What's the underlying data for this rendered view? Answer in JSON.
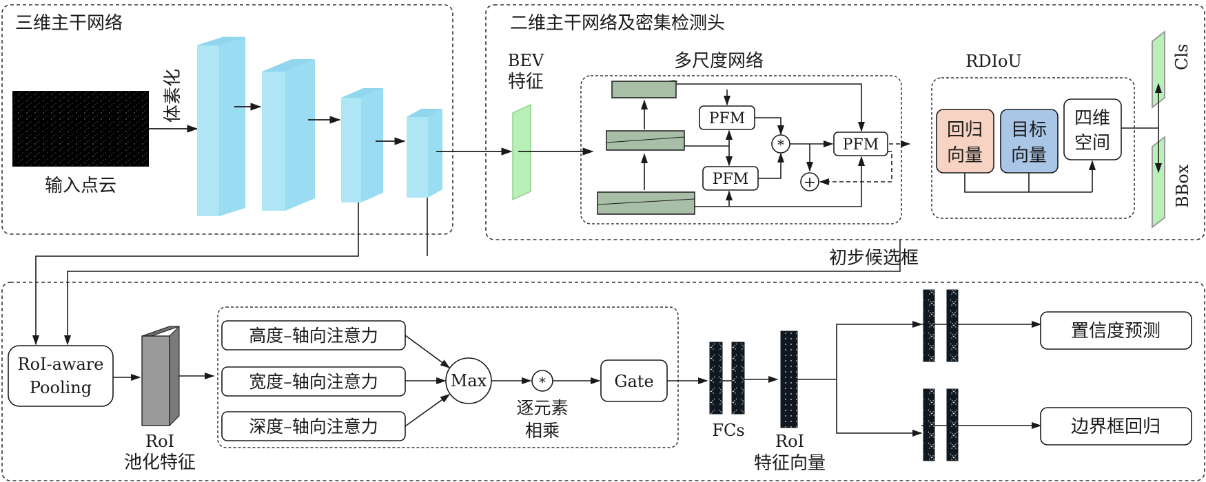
{
  "panels": {
    "backbone_3d": {
      "title": "三维主干网络"
    },
    "head_2d": {
      "title": "二维主干网络及密集检测头"
    },
    "refine": {
      "title": ""
    }
  },
  "labels": {
    "input_cloud": "输入点云",
    "voxelize": "体素化",
    "bev_line1": "BEV",
    "bev_line2": "特征",
    "multiscale": "多尺度网络",
    "pfm": "PFM",
    "rdiou": "RDIoU",
    "reg_line1": "回归",
    "reg_line2": "向量",
    "tgt_line1": "目标",
    "tgt_line2": "向量",
    "fourd_line1": "四维",
    "fourd_line2": "空间",
    "cls": "Cls",
    "bbox": "BBox",
    "proposal": "初步候选框",
    "roi_pool_line1": "RoI-aware",
    "roi_pool_line2": "Pooling",
    "roi_feat_line1": "RoI",
    "roi_feat_line2": "池化特征",
    "attn_height": "高度–轴向注意力",
    "attn_width": "宽度–轴向注意力",
    "attn_depth": "深度–轴向注意力",
    "max": "Max",
    "elementwise_line1": "逐元素",
    "elementwise_line2": "相乘",
    "gate": "Gate",
    "fcs": "FCs",
    "roi_vec_line1": "RoI",
    "roi_vec_line2": "特征向量",
    "conf_pred": "置信度预测",
    "box_reg": "边界框回归",
    "mul_symbol": "*",
    "add_symbol": "+"
  },
  "colors": {
    "voxel_block": "#aee6f6",
    "bev": "#b8f0b8",
    "multiscale_block": "#a9bea6",
    "regression": "#f6d3c3",
    "target": "#a9c6e6",
    "roi_block": "#9a9a9a",
    "fc_bar": "#0f1820"
  }
}
